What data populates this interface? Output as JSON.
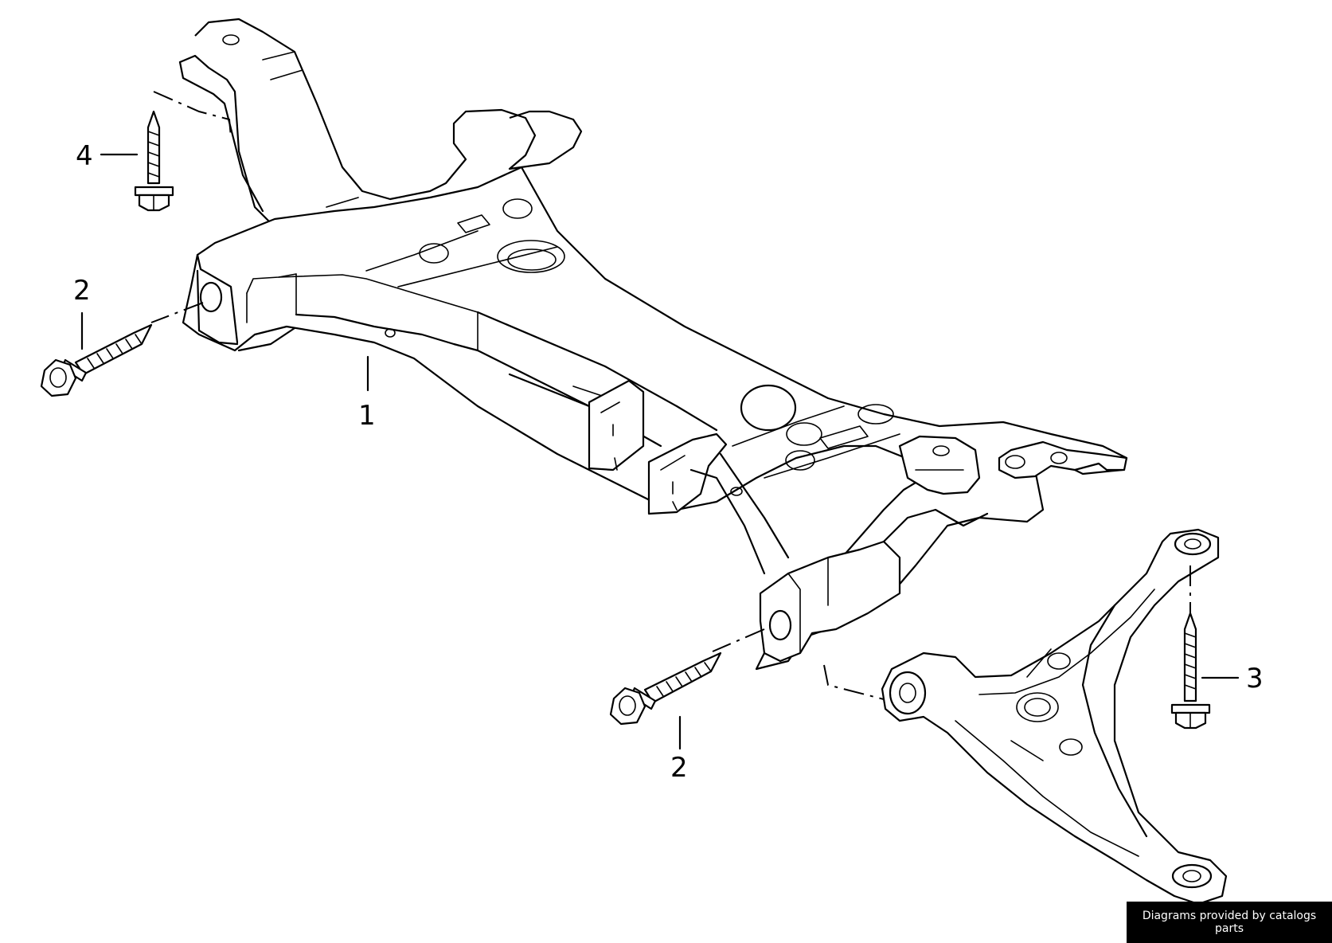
{
  "callouts": {
    "label_1": "1",
    "label_2_left": "2",
    "label_2_right": "2",
    "label_3": "3",
    "label_4": "4"
  },
  "footer": {
    "credit": "Diagrams provided by catalogs parts"
  },
  "colors": {
    "line": "#000000",
    "background": "#ffffff",
    "badge_background": "#000000",
    "badge_text": "#ffffff"
  }
}
